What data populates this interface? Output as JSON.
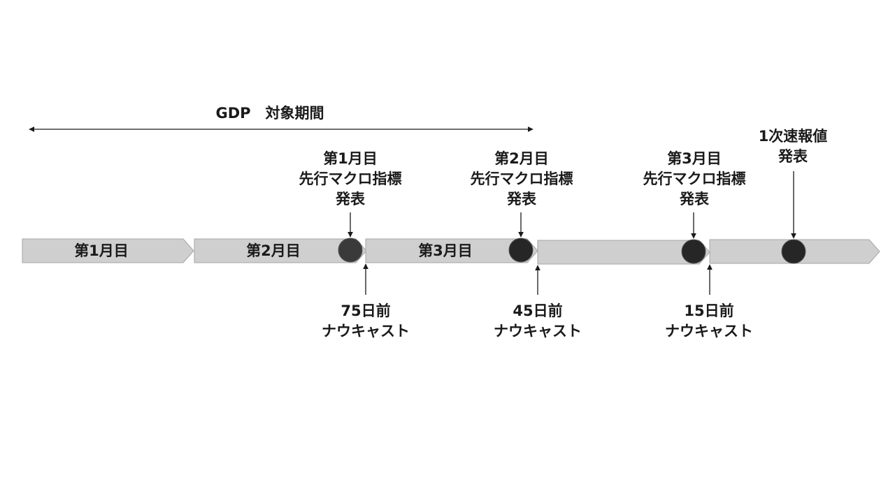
{
  "period": {
    "title": "GDP　対象期間"
  },
  "segments": [
    {
      "label": "第1月目"
    },
    {
      "label": "第2月目"
    },
    {
      "label": "第3月目"
    },
    {
      "label": ""
    },
    {
      "label": ""
    }
  ],
  "events_above": [
    {
      "lines": [
        "第1月目",
        "先行マクロ指標",
        "発表"
      ]
    },
    {
      "lines": [
        "第2月目",
        "先行マクロ指標",
        "発表"
      ]
    },
    {
      "lines": [
        "第3月目",
        "先行マクロ指標",
        "発表"
      ]
    },
    {
      "lines": [
        "1次速報値",
        "発表"
      ]
    }
  ],
  "events_below": [
    {
      "lines": [
        "75日前",
        "ナウキャスト"
      ]
    },
    {
      "lines": [
        "45日前",
        "ナウキャスト"
      ]
    },
    {
      "lines": [
        "15日前",
        "ナウキャスト"
      ]
    }
  ],
  "colors": {
    "bar_fill": "#d0cfcf",
    "bar_stroke": "#a6a6a6",
    "dot_fill": "#262626",
    "line": "#1a1a1a"
  }
}
